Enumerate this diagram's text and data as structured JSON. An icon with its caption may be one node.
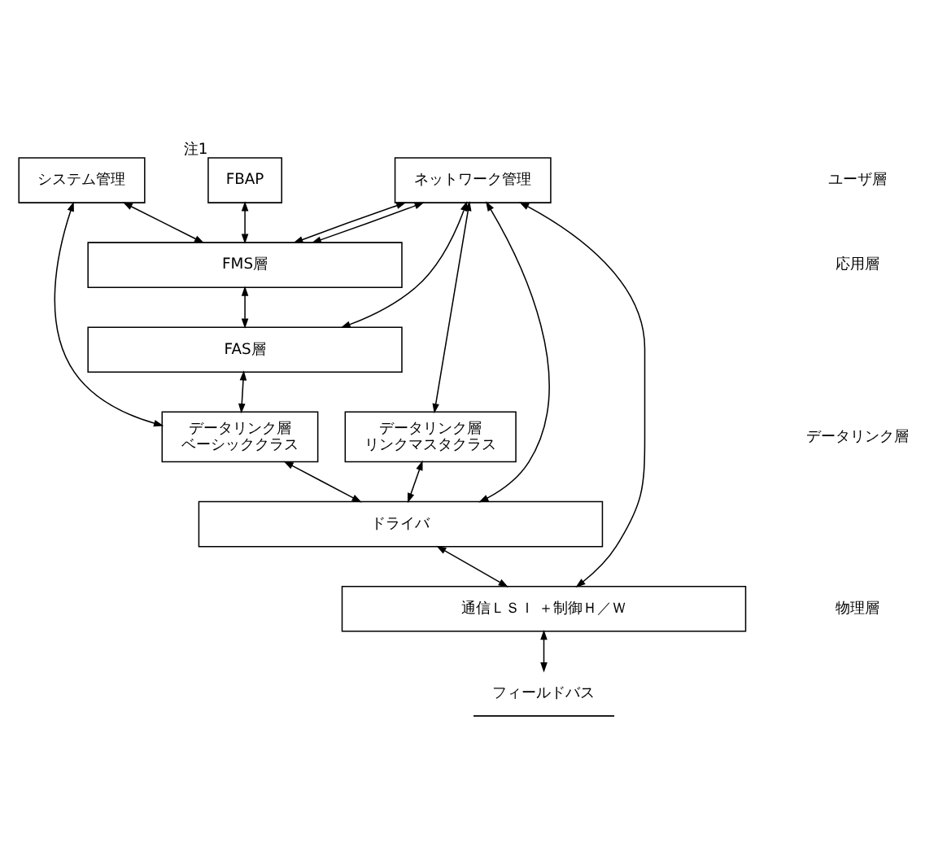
{
  "diagram": {
    "nodes": [
      {
        "text": [
          "システム管理"
        ]
      },
      {
        "text": [
          "FBAP"
        ],
        "beside": [
          "注1"
        ]
      },
      {
        "text": [
          "ネットワーク管理"
        ]
      },
      {
        "text": [
          "FMS層"
        ]
      },
      {
        "text": [
          "FAS層"
        ]
      },
      {
        "text": [
          "データリンク層",
          "ベーシッククラス"
        ]
      },
      {
        "text": [
          "データリンク層",
          "リンクマスタクラス"
        ]
      },
      {
        "text": [
          "ドライバ"
        ]
      },
      {
        "text": [
          "通信ＬＳＩ ＋制御Ｈ／Ｗ"
        ]
      },
      {
        "text": [
          "フィールドバス"
        ]
      }
    ],
    "edges": [
      {
        "from": 0,
        "to": 3,
        "arrow": "both"
      },
      {
        "from": 1,
        "to": 3,
        "arrow": "both"
      },
      {
        "from": 2,
        "to": 3,
        "arrow": "both"
      },
      {
        "from": 3,
        "to": 4,
        "arrow": "both"
      },
      {
        "from": 2,
        "to": 3,
        "arrow": "both"
      },
      {
        "from": 2,
        "to": 4,
        "arrow": "both"
      },
      {
        "from": 0,
        "to": 5,
        "arrow": "both"
      },
      {
        "from": 4,
        "to": 5,
        "arrow": "both"
      },
      {
        "from": 2,
        "to": 6,
        "arrow": "both"
      },
      {
        "from": 5,
        "to": 7,
        "arrow": "both"
      },
      {
        "from": 6,
        "to": 7,
        "arrow": "both"
      },
      {
        "from": 2,
        "to": 7,
        "arrow": "both"
      },
      {
        "from": 7,
        "to": 8,
        "arrow": "both"
      },
      {
        "from": 2,
        "to": 8,
        "arrow": "both"
      },
      {
        "from": 8,
        "to": 9,
        "arrow": "both"
      }
    ],
    "labels": [
      "ユーザ層",
      "応用層",
      "データリンク層",
      "物理層"
    ]
  }
}
